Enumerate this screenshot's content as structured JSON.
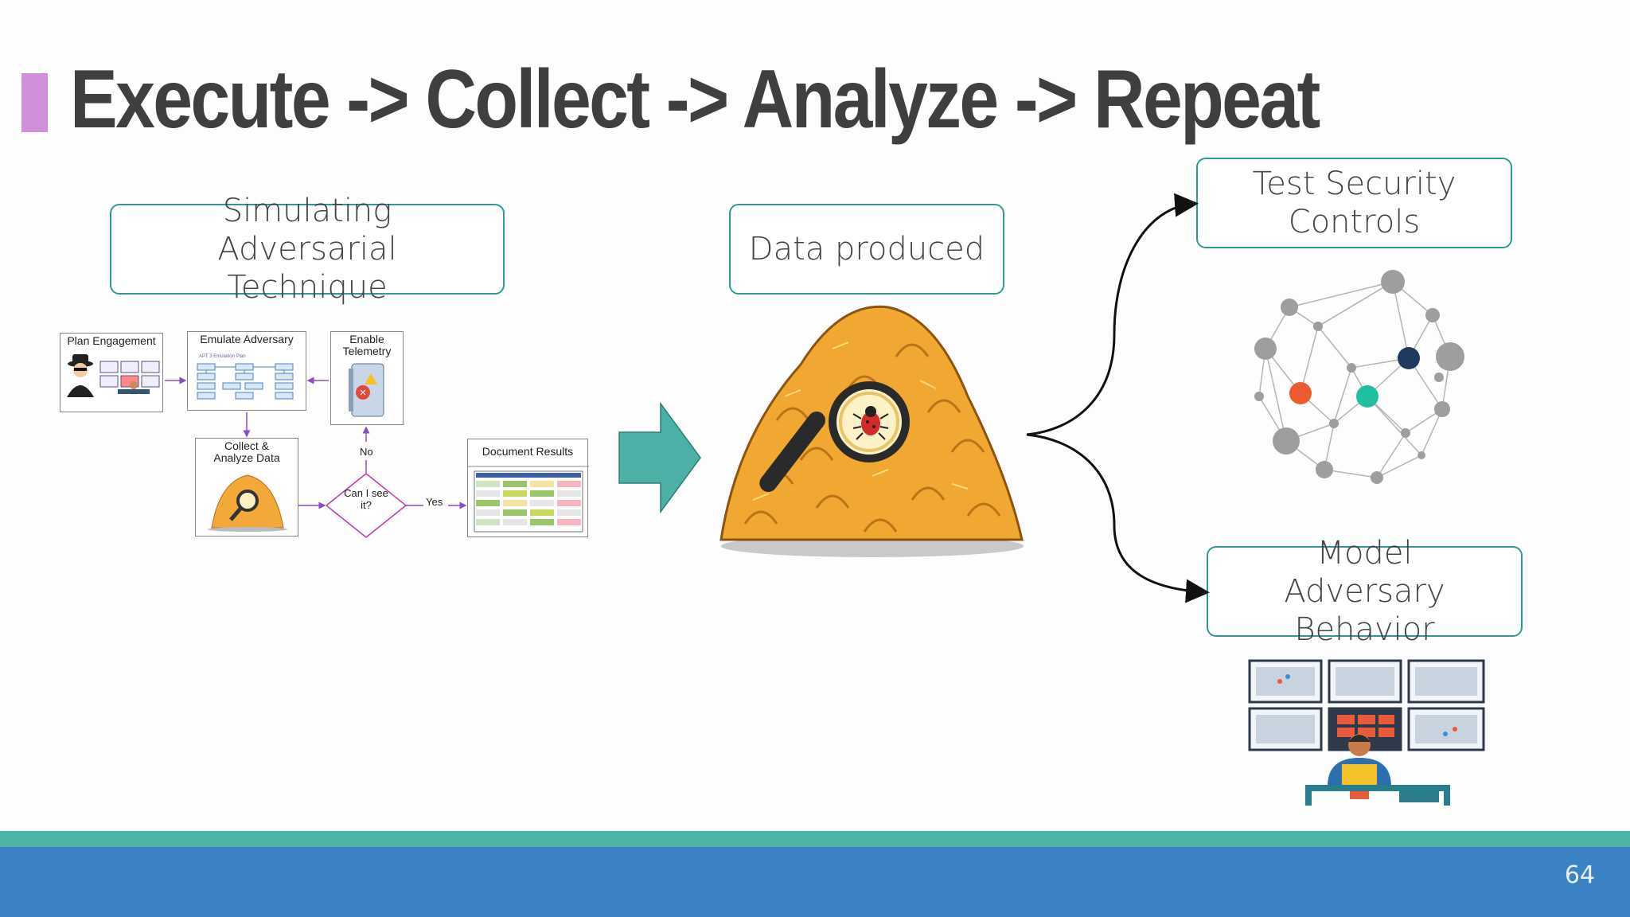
{
  "slide": {
    "title": "Execute -> Collect -> Analyze -> Repeat",
    "page_number": "64"
  },
  "boxes": {
    "simulating": "Simulating Adversarial Technique",
    "data": "Data produced",
    "test": "Test Security Controls",
    "model": "Model Adversary Behavior"
  },
  "mini_flow": {
    "plan": "Plan Engagement",
    "emulate": "Emulate Adversary",
    "emulate_sub": "APT 3 Emulation Plan",
    "telemetry": "Enable Telemetry",
    "collect": "Collect & Analyze Data",
    "decision": "Can I see it?",
    "no": "No",
    "yes": "Yes",
    "document": "Document Results"
  },
  "colors": {
    "accent_bar": "#d08fd9",
    "box_border": "#2f9a94",
    "big_arrow": "#4db0a6",
    "footer_stripe": "#4db3a4",
    "footer_bar": "#3b83c5",
    "flow_arrow": "#8a4fc7"
  }
}
